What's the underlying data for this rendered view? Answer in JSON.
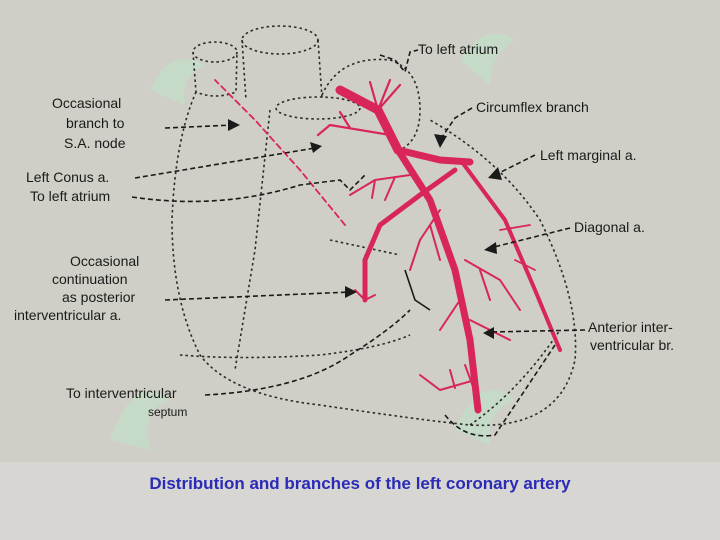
{
  "labels": {
    "to_left_atrium_top": "To left atrium",
    "circumflex_branch": "Circumflex branch",
    "left_marginal": "Left marginal a.",
    "diagonal": "Diagonal a.",
    "anterior_interventricular": [
      "Anterior inter-",
      "ventricular br."
    ],
    "occasional_branch_sa": [
      "Occasional",
      "branch to",
      "S.A. node"
    ],
    "left_conus": "Left Conus a.",
    "to_left_atrium_left": "To left atrium",
    "occasional_continuation": [
      "Occasional",
      "continuation",
      "as posterior",
      "interventricular a."
    ],
    "to_interventricular_septum": [
      "To interventricular",
      "septum"
    ]
  },
  "caption": "Distribution and branches of the left coronary artery",
  "colors": {
    "artery": "#d9265a",
    "outline": "#2a2a2a",
    "caption": "#2b2bb8",
    "watermark": "#bfe3c8"
  }
}
